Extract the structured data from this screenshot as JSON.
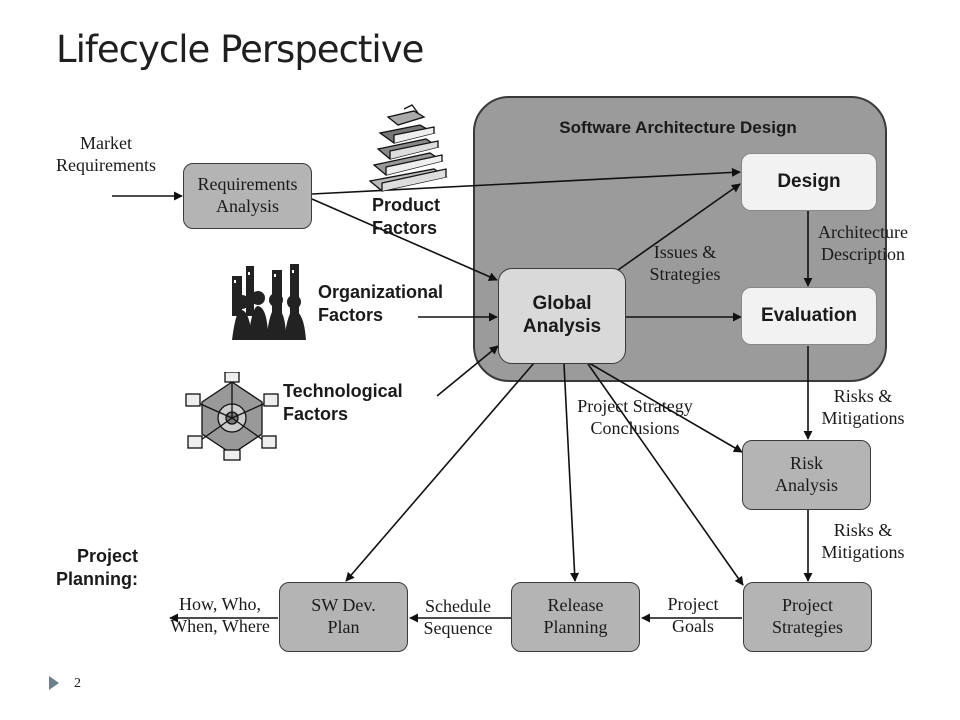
{
  "title": "Lifecycle Perspective",
  "sad": {
    "title": "Software Architecture Design"
  },
  "boxes": {
    "requirements_analysis": "Requirements\nAnalysis",
    "design": "Design",
    "evaluation": "Evaluation",
    "global_analysis": "Global\nAnalysis",
    "risk_analysis": "Risk\nAnalysis",
    "project_strategies": "Project\nStrategies",
    "release_planning": "Release\nPlanning",
    "sw_dev_plan": "SW Dev.\nPlan"
  },
  "labels": {
    "market_requirements": "Market\nRequirements",
    "product_factors": "Product\nFactors",
    "organizational_factors": "Organizational\nFactors",
    "technological_factors": "Technological\nFactors",
    "issues_strategies": "Issues &\nStrategies",
    "architecture_description": "Architecture\nDescription",
    "risks_mitigations_1": "Risks &\nMitigations",
    "risks_mitigations_2": "Risks &\nMitigations",
    "project_strategy_conclusions": "Project Strategy\nConclusions",
    "project_planning": "Project\nPlanning:",
    "how_who": "How, Who,\nWhen, Where",
    "schedule_sequence": "Schedule\nSequence",
    "project_goals": "Project\nGoals"
  },
  "page_number": "2",
  "icons": [
    "books-icon",
    "people-icon",
    "network-icon",
    "slide-marker-icon"
  ]
}
